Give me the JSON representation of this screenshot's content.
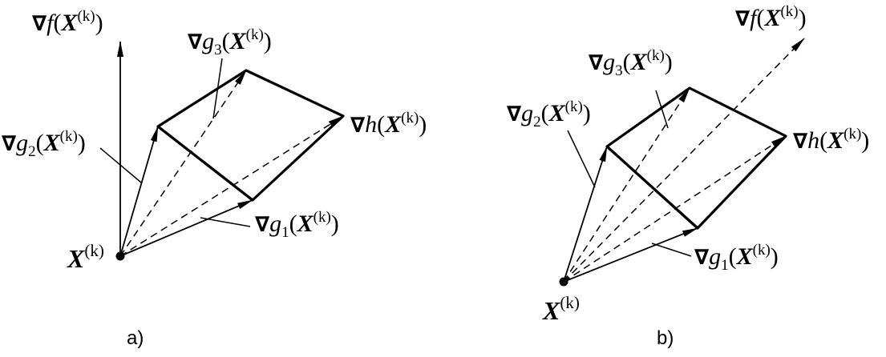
{
  "labels": {
    "nabla": "∇",
    "f": "f",
    "g": "g",
    "h": "h",
    "X": "X",
    "k": "(k)",
    "open": "(",
    "close": ")",
    "one": "1",
    "two": "2",
    "three": "3"
  },
  "captions": {
    "a": "a)",
    "b": "b)"
  }
}
